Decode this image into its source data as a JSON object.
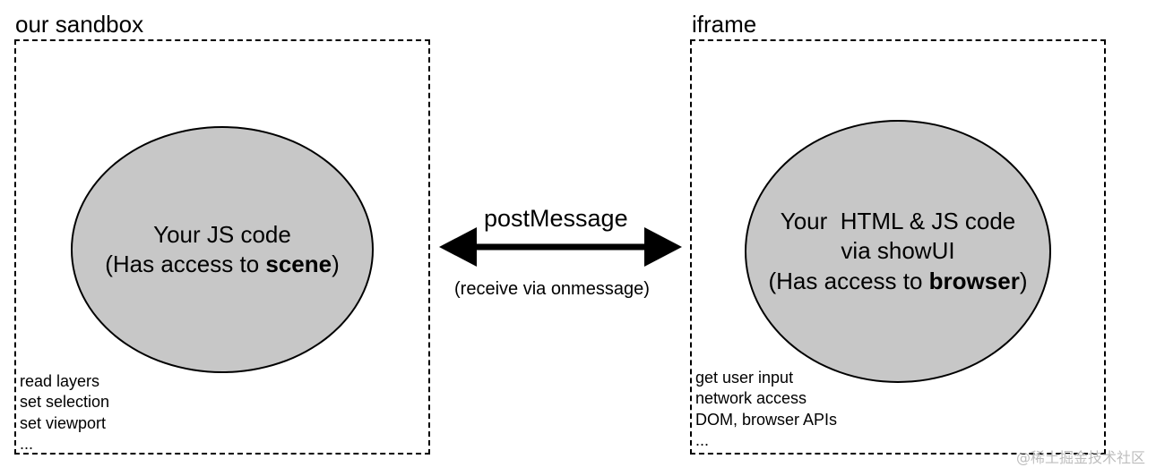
{
  "left": {
    "title": "our sandbox",
    "circle": {
      "line1": "Your JS code",
      "line2_prefix": "(Has access to ",
      "line2_bold": "scene",
      "line2_suffix": ")"
    },
    "capabilities": [
      "read layers",
      "set selection",
      "set viewport",
      "..."
    ]
  },
  "right": {
    "title": "iframe",
    "circle": {
      "line1": "Your  HTML & JS code",
      "line2": "via showUI",
      "line3_prefix": "(Has access to ",
      "line3_bold": "browser",
      "line3_suffix": ")"
    },
    "capabilities": [
      "get user input",
      "network access",
      "DOM, browser APIs",
      "..."
    ]
  },
  "connector": {
    "label": "postMessage",
    "sublabel": "(receive via onmessage)"
  },
  "watermark": "@稀土掘金技术社区",
  "colors": {
    "circle_fill": "#c7c7c7",
    "stroke": "#000000",
    "watermark": "#bdbdbd"
  }
}
